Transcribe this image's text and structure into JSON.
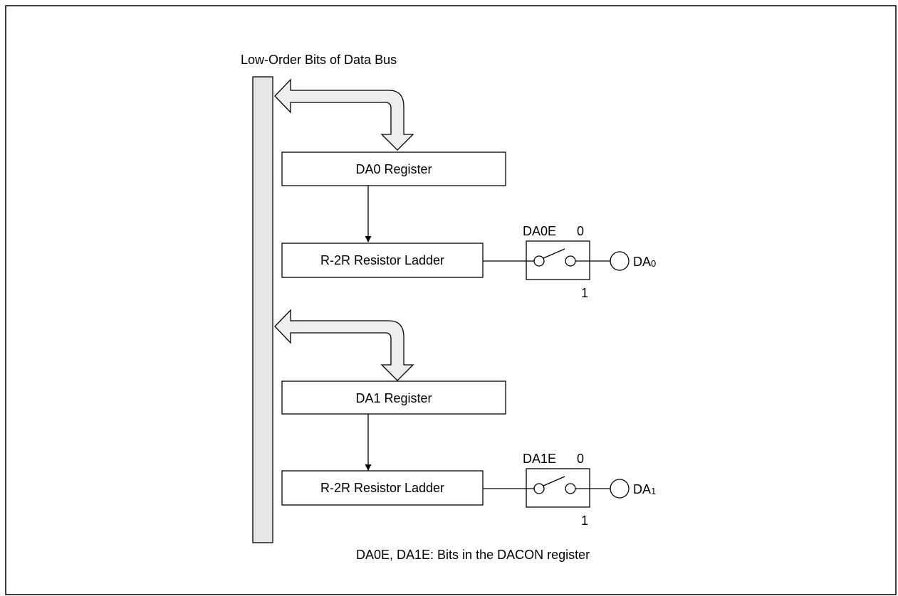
{
  "bus_label": "Low-Order Bits of Data Bus",
  "channels": [
    {
      "register_label": "DA0 Register",
      "ladder_label": "R-2R Resistor Ladder",
      "switch_bit": "DA0E",
      "switch_off_value": "0",
      "switch_on_value": "1",
      "output_main": "DA",
      "output_sub": "0"
    },
    {
      "register_label": "DA1 Register",
      "ladder_label": "R-2R Resistor Ladder",
      "switch_bit": "DA1E",
      "switch_off_value": "0",
      "switch_on_value": "1",
      "output_main": "DA",
      "output_sub": "1"
    }
  ],
  "footnote": "DA0E, DA1E: Bits in the DACON register",
  "colors": {
    "bus_fill": "#e6e6e6",
    "line": "#000000",
    "background": "#ffffff"
  }
}
